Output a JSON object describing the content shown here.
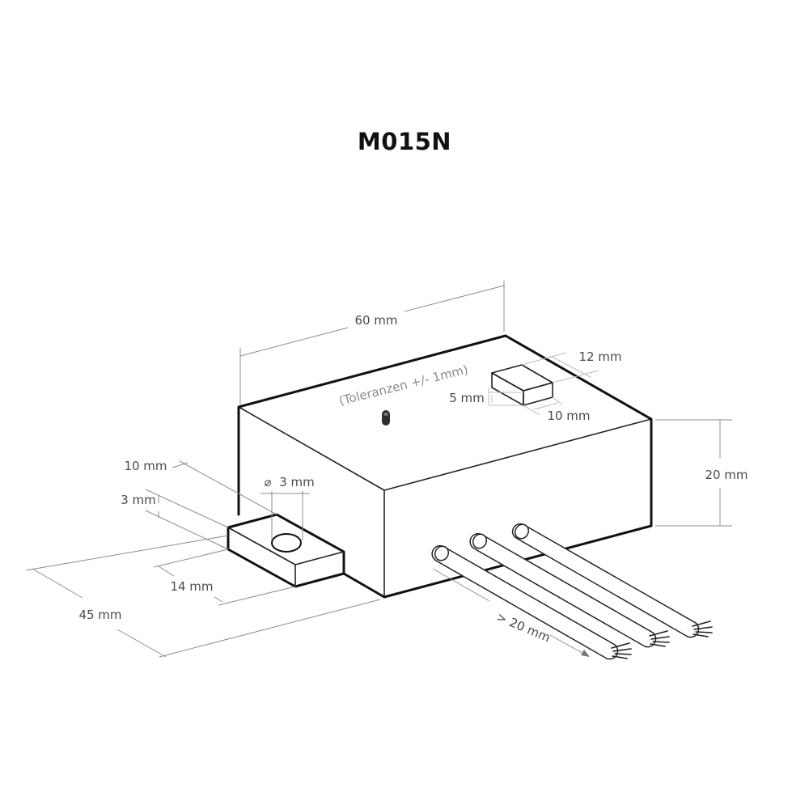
{
  "title": "M015N",
  "tolerance_note": "(Toleranzen +/- 1mm)",
  "dimensions": {
    "length": "60 mm",
    "width": "45 mm",
    "height": "20 mm",
    "tab_length": "10 mm",
    "tab_height": "3 mm",
    "tab_width": "14 mm",
    "hole_diameter": "3 mm",
    "hole_symbol": "⌀",
    "button_length": "12 mm",
    "button_height": "5 mm",
    "button_width": "10 mm",
    "wire_length": "> 20 mm"
  }
}
